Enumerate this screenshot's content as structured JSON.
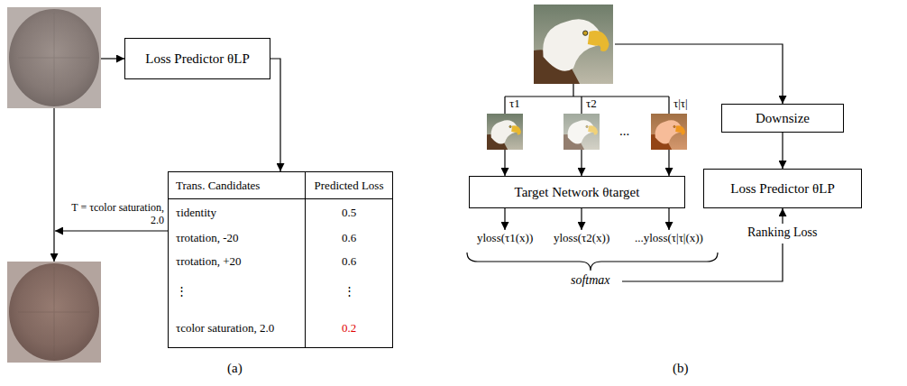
{
  "diagram": {
    "nodes": [
      {
        "text": [
          "Loss Predictor θLP"
        ]
      },
      {
        "text": [
          "Trans. Candidates",
          "Predicted Loss",
          "τidentity",
          "0.5",
          "τrotation, -20",
          "0.6",
          "τrotation, +20",
          "0.6",
          "⋮",
          "⋮",
          "τcolor saturation, 2.0",
          "0.2"
        ]
      },
      {
        "text": [
          "Target Network θtarget"
        ]
      },
      {
        "text": [
          "Downsize"
        ]
      },
      {
        "text": [
          "Loss Predictor θLP"
        ]
      }
    ],
    "edges": [
      {
        "from": 0,
        "to": 1,
        "arrow": "to"
      },
      {
        "from": 3,
        "to": 4,
        "arrow": "to"
      }
    ],
    "labels": [
      "T = τcolor saturation, 2.0",
      "(a)",
      "τ1",
      "τ2",
      "τ|τ|",
      "...",
      "yloss(τ1(x))",
      "yloss(τ2(x))",
      "...yloss(τ|τ|(x))",
      "softmax",
      "Ranking Loss",
      "(b)"
    ]
  }
}
